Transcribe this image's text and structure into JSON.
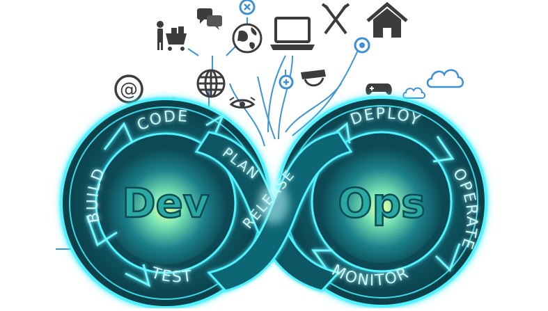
{
  "center": {
    "left_word": "Dev",
    "right_word": "Ops"
  },
  "stages": {
    "code": "CODE",
    "build": "BUILD",
    "test": "TEST",
    "plan": "PLAN",
    "release": "RELEASE",
    "deploy": "DEPLOY",
    "operate": "OPERATE",
    "monitor": "MONITOR"
  },
  "icons": [
    "shopping-cart-icon",
    "chat-bubbles-icon",
    "close-circle-icon",
    "globe-icon",
    "laptop-icon",
    "tools-icon",
    "home-icon",
    "at-sign-icon",
    "web-globe-icon",
    "plus-circle-icon",
    "cloud-icon",
    "gamepad-icon",
    "eye-icon",
    "bar-chart-icon"
  ],
  "colors": {
    "ring_dark": "#0b3f4a",
    "ring_mid": "#0e6a78",
    "glow": "#4ff3ff",
    "text_glow": "#c7fbff",
    "word_fill": "#2aa9a2",
    "tree_line": "#3a94d8",
    "icon_dark": "#3c3c3c",
    "icon_blue": "#3a8fd6"
  }
}
